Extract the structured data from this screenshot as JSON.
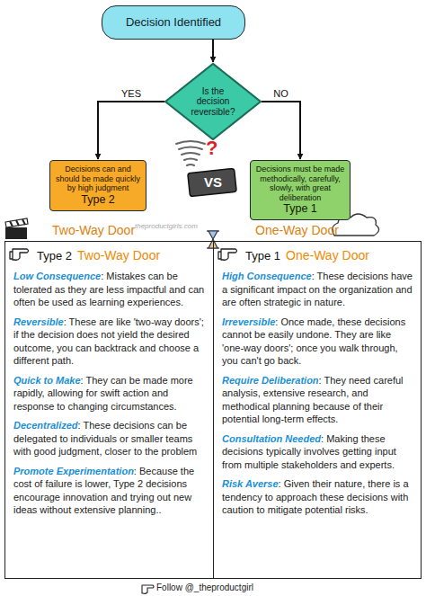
{
  "diagram": {
    "nodes": [
      {
        "text": [
          "Decision Identified"
        ]
      },
      {
        "text": [
          "Is the decision reversible?"
        ]
      },
      {
        "text": [
          "Decisions can and should be made quickly by high judgment",
          "Type 2"
        ]
      },
      {
        "text": [
          "Decisions must be made methodically, carefully, slowly, with great deliberation",
          "Type 1"
        ]
      },
      {
        "text": [
          "Type 2",
          "Two-Way Door",
          "Low Consequence",
          ": Mistakes can be tolerated as they are less impactful and can often be used as learning experiences.",
          "Reversible",
          ": These are like 'two-way doors'; if the decision does not yield the desired outcome, you can backtrack and choose a different path.",
          "Quick to Make",
          ": They can be made more rapidly, allowing for swift action and response to changing circumstances.",
          "Decentralized",
          ": These decisions can be delegated to individuals or smaller teams with good judgment, closer to the problem",
          "Promote Experimentation",
          ": Because the cost of failure is lower, Type 2 decisions encourage innovation and trying out new ideas without extensive planning.."
        ]
      },
      {
        "text": [
          "Type 1",
          "One-Way Door",
          "High Consequence",
          ": These decisions have a significant impact on the organization and are often strategic in nature.",
          "Irreversible",
          ": Once made, these decisions cannot be easily undone. They are like 'one-way doors'; once you walk through, you can't go back.",
          "Require Deliberation",
          ": They need careful analysis, extensive research, and methodical planning because of their potential long-term effects.",
          "Consultation Needed",
          ": Making these decisions typically involves getting input from multiple stakeholders and experts.",
          "Risk Averse",
          ": Given their nature, there is a tendency to approach these decisions with caution to mitigate potential risks."
        ]
      }
    ],
    "edges": [
      {
        "from": 0,
        "to": 1,
        "arrow": "to"
      },
      {
        "from": 1,
        "to": 2,
        "label": "YES",
        "arrow": "to"
      },
      {
        "from": 1,
        "to": 3,
        "label": "NO",
        "arrow": "to"
      }
    ],
    "labels": [
      "Two-Way Door",
      "One-Way Door",
      "?",
      "VS",
      "theproductgirls.com",
      "Follow @_theproductgirl"
    ]
  }
}
